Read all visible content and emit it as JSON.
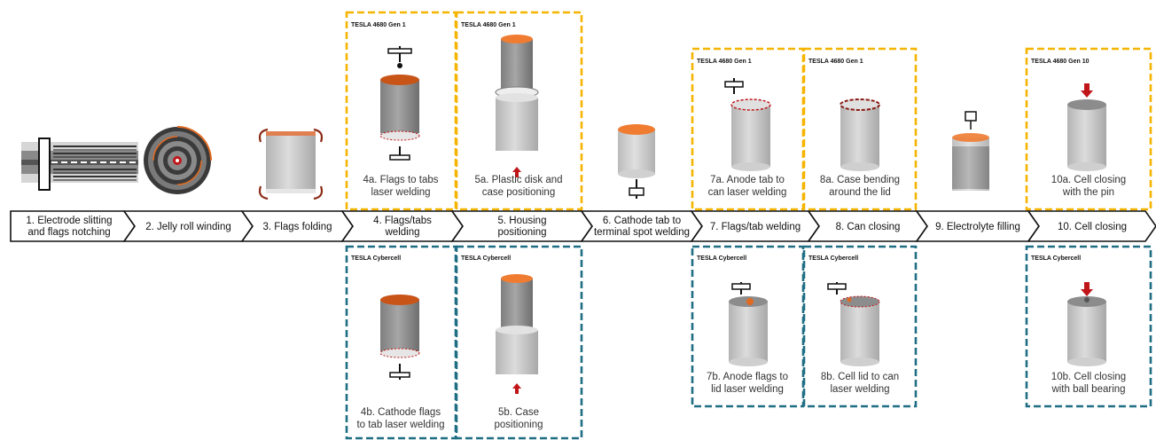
{
  "colors": {
    "yellow_frame": "#f5b400",
    "teal_frame": "#1f6e84",
    "orange": "#f07c32",
    "dark_orange": "#c85418",
    "red": "#c0161a",
    "grey": "#c8c8c8",
    "dark_grey": "#8c8c8c",
    "arrow_outline": "#111111"
  },
  "steps": [
    {
      "label": [
        "1. Electrode slitting",
        "and flags notching"
      ],
      "icon": "electrode-icon"
    },
    {
      "label": [
        "2. Jelly roll winding"
      ],
      "icon": "jelly-roll-icon"
    },
    {
      "label": [
        "3. Flags folding"
      ],
      "icon": "flags-folding-icon"
    },
    {
      "label": [
        "4. Flags/tabs",
        "welding"
      ],
      "icon": ""
    },
    {
      "label": [
        "5. Housing",
        "positioning"
      ],
      "icon": ""
    },
    {
      "label": [
        "6. Cathode tab to",
        "terminal spot welding"
      ],
      "icon": "spot-welding-icon"
    },
    {
      "label": [
        "7. Flags/tab welding"
      ],
      "icon": ""
    },
    {
      "label": [
        "8. Can closing"
      ],
      "icon": ""
    },
    {
      "label": [
        "9. Electrolyte filling"
      ],
      "icon": "electrolyte-filling-icon"
    },
    {
      "label": [
        "10. Cell closing"
      ],
      "icon": ""
    }
  ],
  "variants": [
    {
      "tag": "TESLA 4680 Gen 1",
      "label": [
        "4a. Flags to tabs",
        "laser welding"
      ],
      "frame": "yellow"
    },
    {
      "tag": "TESLA 4680 Gen 1",
      "label": [
        "5a. Plastic disk and",
        "case positioning"
      ],
      "frame": "yellow"
    },
    {
      "tag": "TESLA 4680 Gen 1",
      "label": [
        "7a. Anode tab to",
        "can laser welding"
      ],
      "frame": "yellow"
    },
    {
      "tag": "TESLA 4680 Gen 1",
      "label": [
        "8a. Case bending",
        "around the lid"
      ],
      "frame": "yellow"
    },
    {
      "tag": "TESLA 4680 Gen 10",
      "label": [
        "10a. Cell closing",
        "with the pin"
      ],
      "frame": "yellow"
    },
    {
      "tag": "TESLA Cybercell",
      "label": [
        "4b. Cathode flags",
        "to tab laser welding"
      ],
      "frame": "teal"
    },
    {
      "tag": "TESLA Cybercell",
      "label": [
        "5b. Case",
        "positioning"
      ],
      "frame": "teal"
    },
    {
      "tag": "TESLA Cybercell",
      "label": [
        "7b. Anode flags to",
        "lid laser welding"
      ],
      "frame": "teal"
    },
    {
      "tag": "TESLA Cybercell",
      "label": [
        "8b. Cell lid to can",
        "laser welding"
      ],
      "frame": "teal"
    },
    {
      "tag": "TESLA Cybercell",
      "label": [
        "10b. Cell closing",
        "with ball bearing"
      ],
      "frame": "teal"
    }
  ]
}
